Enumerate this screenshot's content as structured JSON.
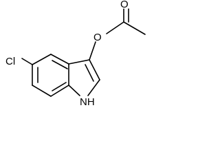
{
  "structure": {
    "atoms": {
      "cl": "Cl",
      "o_ester": "O",
      "o_carbonyl": "O",
      "nh": "NH"
    },
    "colors": {
      "bond": "#000000",
      "label": "#000000",
      "background": "#ffffff"
    }
  }
}
